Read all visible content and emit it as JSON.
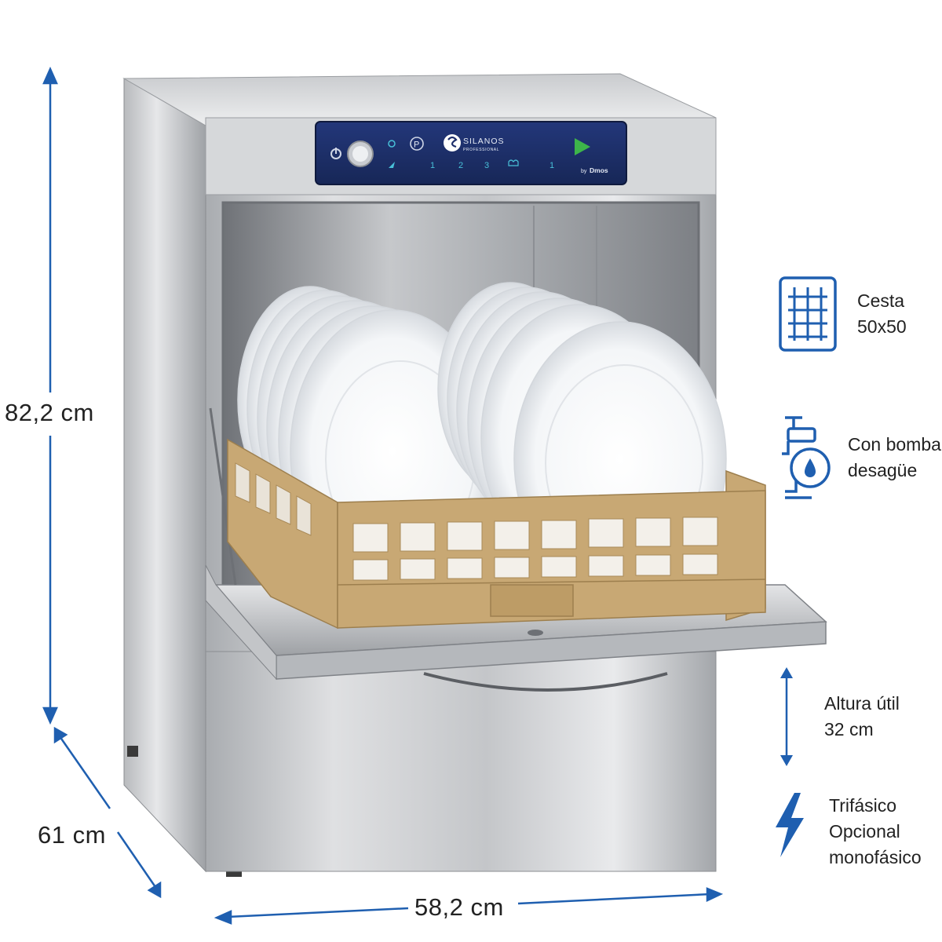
{
  "product": {
    "brand": "SILANOS",
    "brand_sub": "PROFESSIONAL",
    "by_line_prefix": "by",
    "by_line_brand": "Dmos",
    "panel_icons": [
      "power-icon",
      "eco-icon",
      "program-p-icon",
      "leaf-icon",
      "hand-wash-icon",
      "start-play-icon"
    ],
    "program_numbers": [
      "1",
      "2",
      "3"
    ],
    "start_indicator": "1"
  },
  "dimensions": {
    "height": "82,2 cm",
    "depth": "61 cm",
    "width": "58,2 cm"
  },
  "features": [
    {
      "icon": "basket-grid-icon",
      "lines": [
        "Cesta",
        "50x50"
      ]
    },
    {
      "icon": "drain-pump-icon",
      "lines": [
        "Con bomba",
        "desagüe"
      ]
    },
    {
      "icon": "vertical-height-arrow-icon",
      "lines": [
        "Altura útil",
        "32 cm"
      ]
    },
    {
      "icon": "lightning-bolt-icon",
      "lines": [
        "Trifásico",
        "Opcional",
        "monofásico"
      ]
    }
  ],
  "colors": {
    "accent_blue": "#1f5fb0",
    "panel_navy": "#1e2f6b",
    "steel_light": "#d9dadc",
    "steel_dark": "#8e9196",
    "basket_tan": "#c8a874",
    "start_green": "#3db54a"
  }
}
